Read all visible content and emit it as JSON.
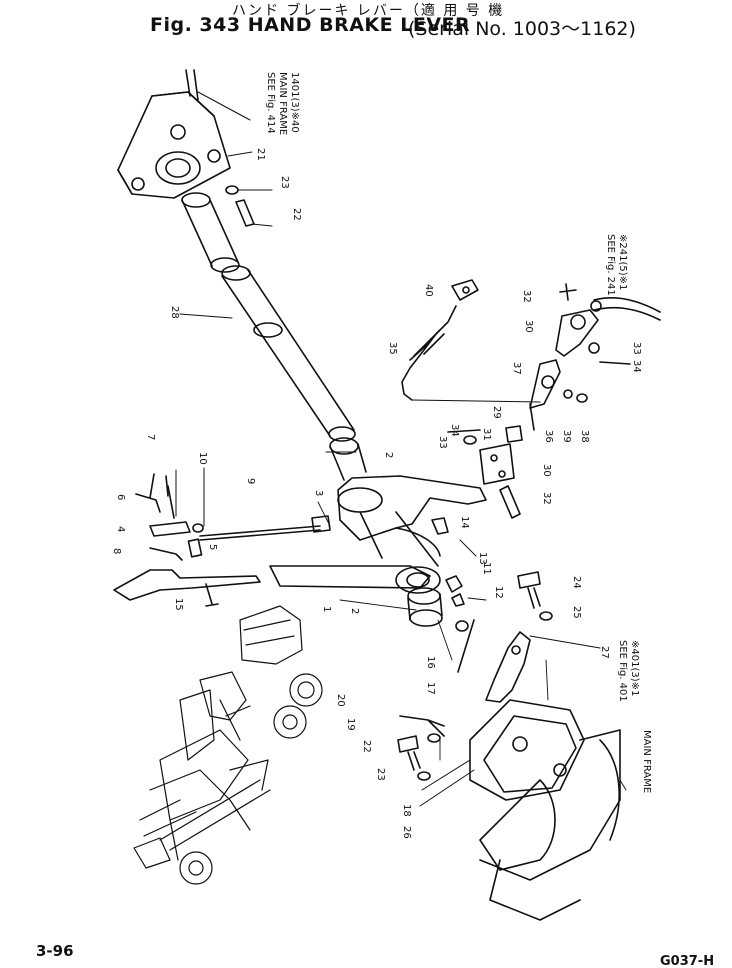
{
  "header": {
    "title_jp": "ハンド ブレーキ レバー（適 用 号 機",
    "title_en": "Fig. 343 HAND BRAKE LEVER",
    "serial": "(Serial No. 1003～1162)"
  },
  "footer": {
    "page_number": "3-96",
    "drawing_code": "G037-H"
  },
  "callouts": {
    "top_frame": [
      "1401(3)※40",
      "MAIN FRAME",
      "SEE Fig. 414"
    ],
    "right_link": [
      "※241(5)※1",
      "SEE Fig. 241"
    ],
    "lower_bracket": [
      "※401(3)※1",
      "SEE Fig. 401"
    ],
    "lower_frame": [
      "MAIN FRAME"
    ]
  },
  "part_numbers": [
    "1",
    "2",
    "2",
    "3",
    "4",
    "5",
    "6",
    "7",
    "8",
    "9",
    "10",
    "11",
    "12",
    "13",
    "14",
    "15",
    "16",
    "17",
    "18",
    "19",
    "20",
    "21",
    "22",
    "22",
    "23",
    "23",
    "24",
    "25",
    "26",
    "27",
    "28",
    "29",
    "30",
    "30",
    "31",
    "32",
    "32",
    "33",
    "33",
    "34",
    "34",
    "35",
    "36",
    "37",
    "38",
    "39",
    "40"
  ],
  "colors": {
    "ink": "#111111",
    "paper": "#ffffff"
  }
}
